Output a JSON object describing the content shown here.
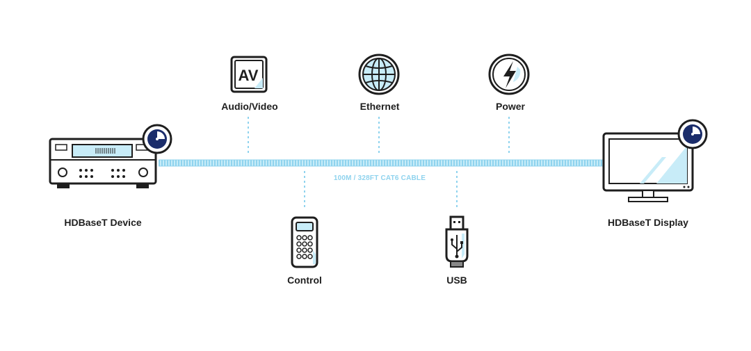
{
  "features_top": [
    {
      "label": "Audio/Video",
      "icon": "av-icon",
      "icon_text": "AV"
    },
    {
      "label": "Ethernet",
      "icon": "globe-icon"
    },
    {
      "label": "Power",
      "icon": "lightning-icon"
    }
  ],
  "features_bottom": [
    {
      "label": "Control",
      "icon": "remote-control-icon"
    },
    {
      "label": "USB",
      "icon": "usb-icon"
    }
  ],
  "cable": {
    "label": "100M / 328FT CAT6 CABLE"
  },
  "source": {
    "label": "HDBaseT Device",
    "icon": "av-receiver-icon"
  },
  "sink": {
    "label": "HDBaseT Display",
    "icon": "monitor-icon"
  },
  "colors": {
    "outline": "#1e1e1e",
    "accent": "#c8ecf8",
    "cable": "#8fd3ee",
    "badge": "#1b2d6b"
  }
}
